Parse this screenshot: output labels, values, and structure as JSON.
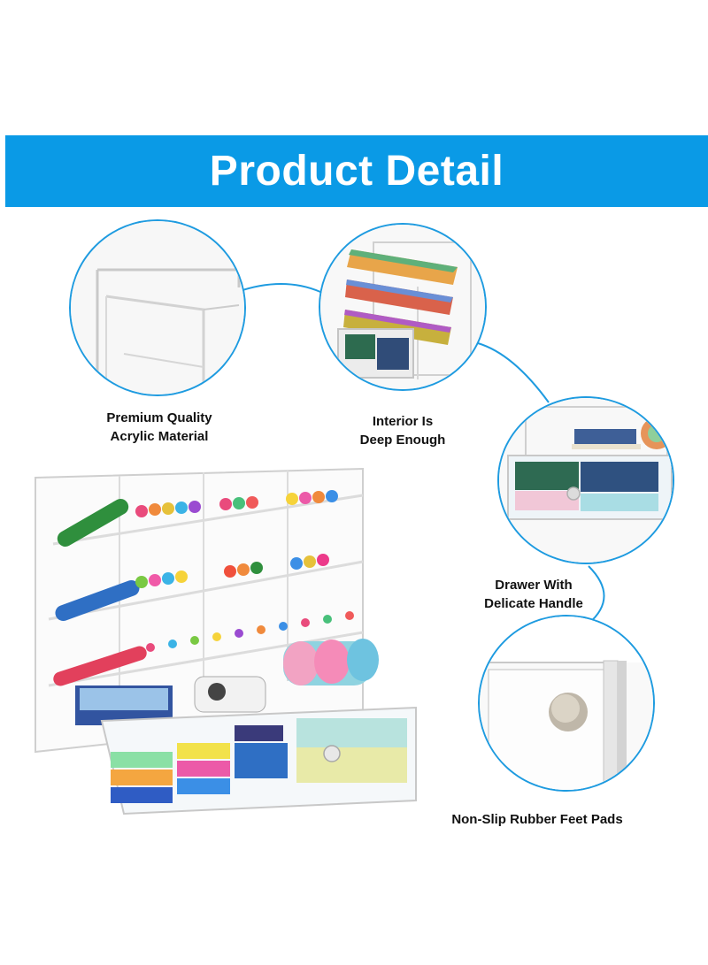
{
  "banner": {
    "title": "Product Detail",
    "color": "#0a9ae6"
  },
  "callouts": {
    "acrylic": {
      "label": "Premium Quality\nAcrylic Material",
      "icon": "acrylic-corner-closeup"
    },
    "interior": {
      "label": "Interior Is\nDeep Enough",
      "icon": "colored-pencils-closeup"
    },
    "drawer": {
      "label": "Drawer With\nDelicate Handle",
      "icon": "drawer-closeup"
    },
    "feet": {
      "label": "Non-Slip Rubber Feet Pads",
      "icon": "rubber-knob-closeup"
    }
  },
  "accent_color": "#1e9be0"
}
